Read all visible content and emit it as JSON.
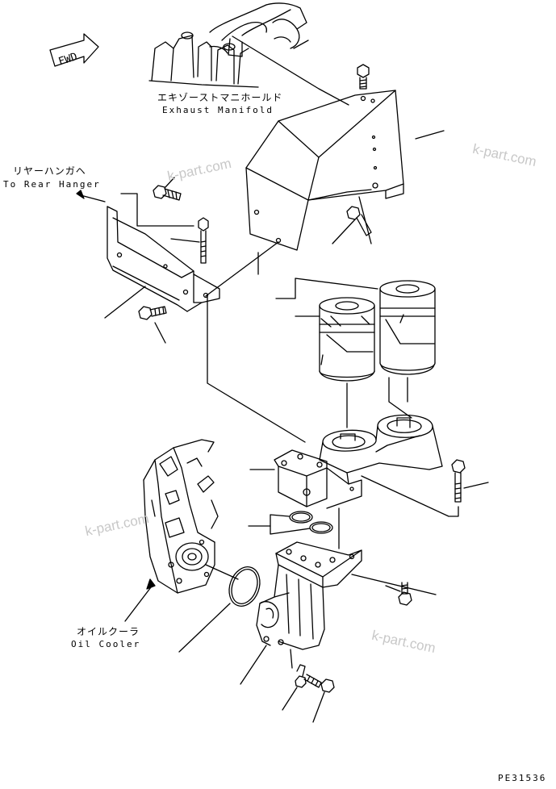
{
  "fwd_label": "FWD",
  "labels": {
    "exhaust_manifold_jp": "エキゾーストマニホールド",
    "exhaust_manifold_en": "Exhaust Manifold",
    "rear_hanger_jp": "リヤーハンガヘ",
    "rear_hanger_en": "To Rear Hanger",
    "oil_cooler_jp": "オイルクーラ",
    "oil_cooler_en": "Oil Cooler"
  },
  "watermarks": [
    "k-part.com",
    "k-part.com",
    "k-part.com",
    "k-part.com"
  ],
  "drawing_code": "PE31536"
}
